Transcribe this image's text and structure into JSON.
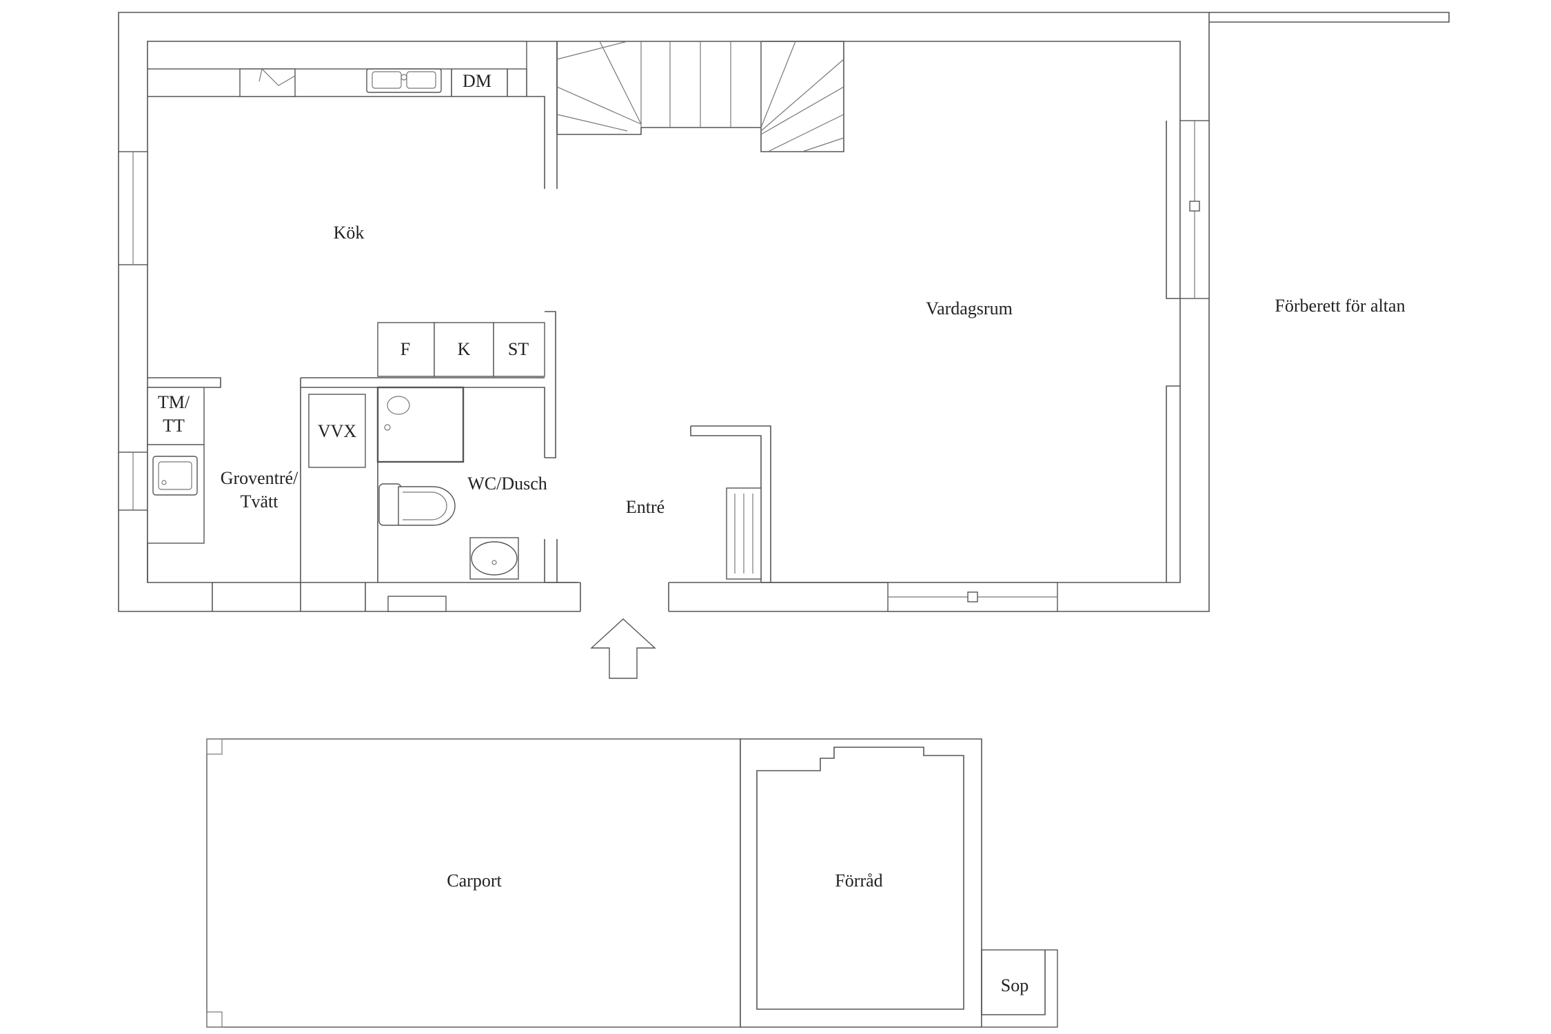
{
  "rooms": {
    "kok": "Kök",
    "vardagsrum": "Vardagsrum",
    "altan": "Förberett för altan",
    "groventre_line1": "Groventré/",
    "groventre_line2": "Tvätt",
    "wc_dusch": "WC/Dusch",
    "entre": "Entré",
    "carport": "Carport",
    "forrad": "Förråd",
    "sop": "Sop"
  },
  "fixtures": {
    "dm": "DM",
    "f": "F",
    "k": "K",
    "st": "ST",
    "tm_line1": "TM/",
    "tm_line2": "TT",
    "vvx": "VVX"
  }
}
